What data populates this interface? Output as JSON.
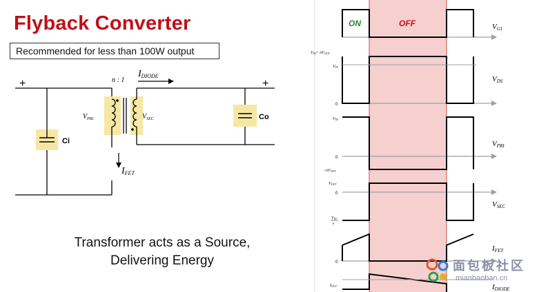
{
  "title": "Flyback Converter",
  "subtitle": "Recommended for less than 100W output",
  "caption": {
    "line1": "Transformer acts as a Source,",
    "line2": "Delivering Energy"
  },
  "circuit": {
    "plus_left": "+",
    "plus_right": "+",
    "turns_ratio": "n : 1",
    "i_diode_main": "I",
    "i_diode_sub": "DIODE",
    "v_pri_main": "V",
    "v_pri_sub": "PRI",
    "v_sec_main": "V",
    "v_sec_sub": "SEC",
    "i_fet_main": "I",
    "i_fet_sub": "FET",
    "cap_in": "Ci",
    "cap_out": "Co"
  },
  "waveforms": {
    "on_label": "ON",
    "off_label": "OFF",
    "vg1": {
      "main": "V",
      "sub": "G1"
    },
    "vds": {
      "main": "V",
      "sub": "DS"
    },
    "vpri": {
      "main": "V",
      "sub": "PRI"
    },
    "vsec": {
      "main": "V",
      "sub": "SEC"
    },
    "ifet": {
      "main": "I",
      "sub": "FET"
    },
    "idiode": {
      "main": "I",
      "sub": "DIODE"
    },
    "axis": {
      "vds_top": "V",
      "vds_top_tail": "+ nV",
      "vds_top_sub": "IN",
      "vds_top_sub2": "OUT",
      "vds_mid": "V",
      "vds_mid_sub": "IN",
      "zero": "0",
      "vpri_top": "V",
      "vpri_top_sub": "IN",
      "vpri_bottom": "−nV",
      "vpri_bottom_sub": "OUT",
      "vsec_top": "V",
      "vsec_top_sub": "OUT",
      "vsec_bottom": "V",
      "vsec_bottom_sub": "IN",
      "vsec_bottom_den": "n",
      "ifet_zero": "0",
      "idiode_top": "I",
      "idiode_top_sub": "OUT"
    },
    "colors": {
      "off_region": "#f6cfcf",
      "on_text": "#1f8a2a",
      "off_text": "#c0101a",
      "axis": "#9aa0a6",
      "trace": "#000000"
    }
  },
  "watermark": {
    "text": "面包板社区",
    "sub": "mianbaoban.cn"
  }
}
